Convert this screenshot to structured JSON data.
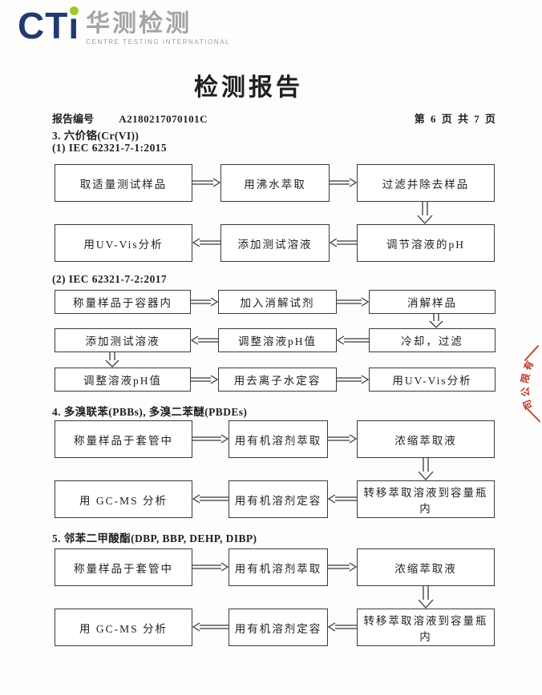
{
  "logo": {
    "mark": "CT",
    "mark_i": "ı",
    "cn": "华测检测",
    "sub": "CENTRE TESTING INTERNATIONAL",
    "navy": "#213a70",
    "green": "#a6c42a",
    "gray": "#a3a3a3"
  },
  "title": "检测报告",
  "header": {
    "report_no_label": "报告编号",
    "report_no": "A2180217070101C",
    "page_info": "第 6 页  共 7 页"
  },
  "section3": {
    "heading": "3. 六价铬(Cr(VI))",
    "f1": {
      "label": "(1) IEC 62321-7-1:2015",
      "r1": [
        "取适量测试样品",
        "用沸水萃取",
        "过滤并除去样品"
      ],
      "r2": [
        "用UV-Vis分析",
        "添加测试溶液",
        "调节溶液的pH"
      ]
    },
    "f2": {
      "label": "(2) IEC 62321-7-2:2017",
      "r1": [
        "称量样品于容器内",
        "加入消解试剂",
        "消解样品"
      ],
      "r2": [
        "添加测试溶液",
        "调整溶液pH值",
        "冷却，过滤"
      ],
      "r3": [
        "调整溶液pH值",
        "用去离子水定容",
        "用UV-Vis分析"
      ]
    }
  },
  "section4": {
    "heading": "4. 多溴联苯(PBBs), 多溴二苯醚(PBDEs)",
    "r1": [
      "称量样品于套管中",
      "用有机溶剂萃取",
      "浓缩萃取液"
    ],
    "r2": [
      "用 GC-MS 分析",
      "用有机溶剂定容",
      "转移萃取溶液到容量瓶内"
    ]
  },
  "section5": {
    "heading": "5. 邻苯二甲酸酯(DBP, BBP, DEHP, DIBP)",
    "r1": [
      "称量样品于套管中",
      "用有机溶剂萃取",
      "浓缩萃取液"
    ],
    "r2": [
      "用 GC-MS 分析",
      "用有机溶剂定容",
      "转移萃取溶液到容量瓶内"
    ]
  },
  "stamp": {
    "color": "#c0392f",
    "chars": [
      "有",
      "限",
      "公",
      "司"
    ]
  }
}
